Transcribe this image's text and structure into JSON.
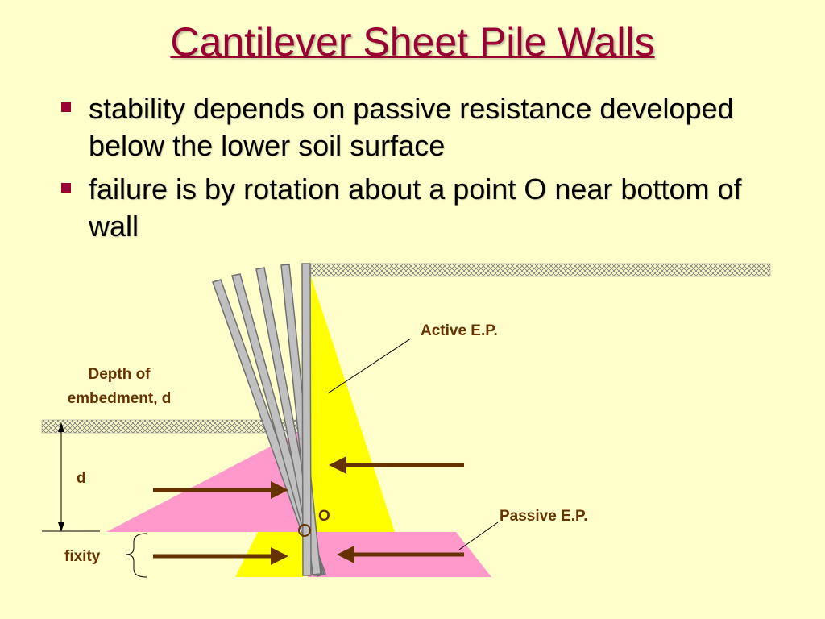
{
  "title": "Cantilever Sheet Pile Walls",
  "bullets": [
    {
      "text": "stability depends on passive resistance developed below the lower soil surface"
    },
    {
      "text": "failure is by rotation about a point O near bottom of wall"
    }
  ],
  "labels": {
    "active": "Active E.P.",
    "depth_line1": "Depth of",
    "depth_line2": "embedment, d",
    "d": "d",
    "o": "O",
    "passive": "Passive E.P.",
    "fixity": "fixity"
  },
  "icons": {
    "bullet": "square-bullet-icon",
    "arrow": "arrow-icon"
  },
  "colors": {
    "background": "#FFFFCC",
    "title": "#990033",
    "label": "#663300",
    "active_pressure": "#FFFF00",
    "passive_pressure": "#FF99CC",
    "arrow": "#663300",
    "wall": "#C0C0C0"
  }
}
